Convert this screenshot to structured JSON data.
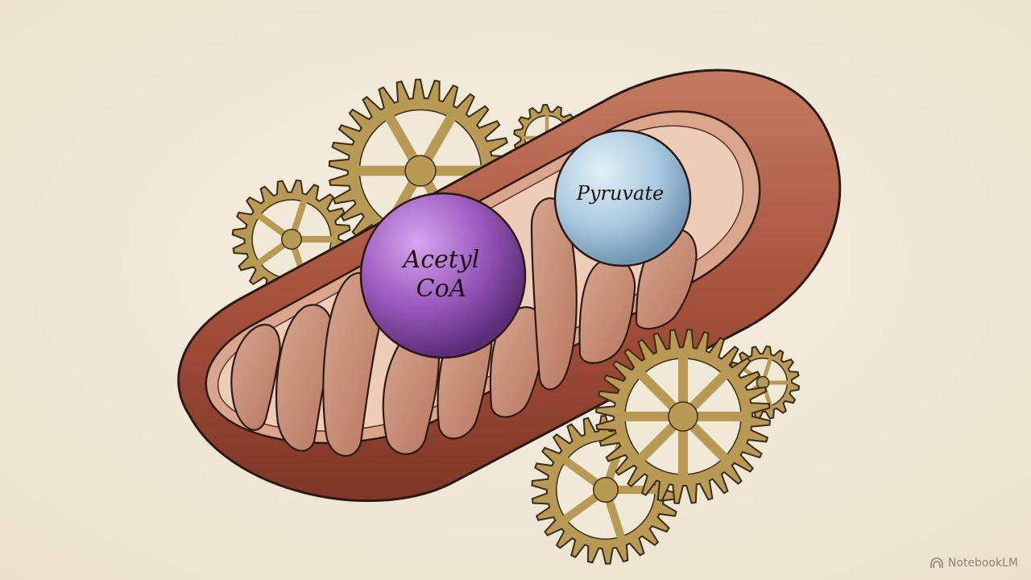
{
  "illustration": {
    "molecule_labels": {
      "acetyl_line1": "Acetyl",
      "acetyl_line2": "CoA",
      "pyruvate": "Pyruvate"
    },
    "colors": {
      "background": "#f2ebdd",
      "outer_membrane": "#a85a45",
      "inner_membrane": "#c48770",
      "gear_brass": "#b89a55",
      "acetyl_coa_sphere": "#9b5bbf",
      "pyruvate_sphere": "#a9c8de"
    }
  },
  "watermark": {
    "text": "NotebookLM",
    "icon": "notebooklm-logo-icon"
  }
}
